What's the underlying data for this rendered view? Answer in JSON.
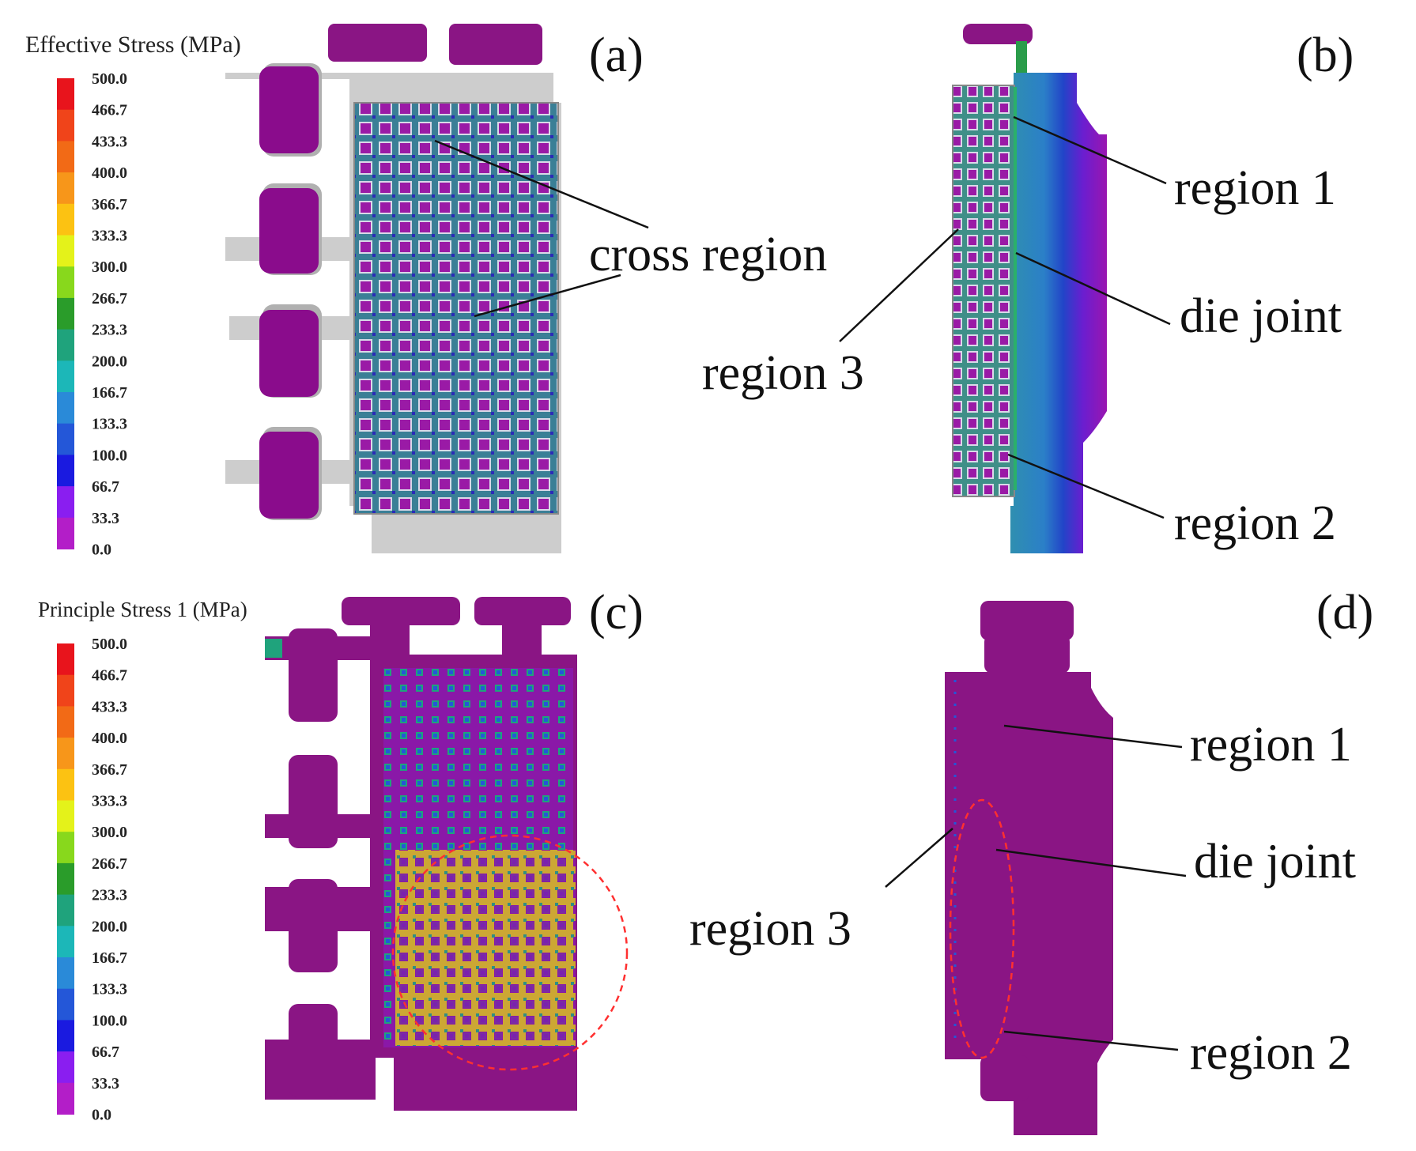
{
  "legend_ticks": [
    "500.0",
    "466.7",
    "433.3",
    "400.0",
    "366.7",
    "333.3",
    "300.0",
    "266.7",
    "233.3",
    "200.0",
    "166.7",
    "133.3",
    "100.0",
    "66.7",
    "33.3",
    "0.0"
  ],
  "legend_colors": [
    "#e8141c",
    "#f0441a",
    "#f26a16",
    "#f7961a",
    "#fcc212",
    "#e4f21a",
    "#88d81c",
    "#2a9c2a",
    "#1fa37c",
    "#1cb7b8",
    "#2a8ad8",
    "#2457d8",
    "#1a1ae0",
    "#8a1ef0",
    "#b31ec8",
    "#b41ea6"
  ],
  "panels": {
    "a": {
      "label": "(a)",
      "legend_title": "Effective Stress (MPa)",
      "annotations": {
        "cross_region": "cross region"
      }
    },
    "b": {
      "label": "(b)",
      "annotations": {
        "region_1": "region 1",
        "die_joint": "die joint",
        "region_3": "region 3",
        "region_2": "region 2"
      }
    },
    "c": {
      "label": "(c)",
      "legend_title": "Principle Stress 1 (MPa)"
    },
    "d": {
      "label": "(d)",
      "annotations": {
        "region_1": "region 1",
        "die_joint": "die joint",
        "region_3": "region 3",
        "region_2": "region 2"
      }
    }
  },
  "colors": {
    "purple_body": "#8a0c8c",
    "grey_die": "#c8c8c8",
    "teal_mesh": "#2a8c8c",
    "blue_deep": "#2233c8",
    "highlight_circle": "#ff3030"
  }
}
